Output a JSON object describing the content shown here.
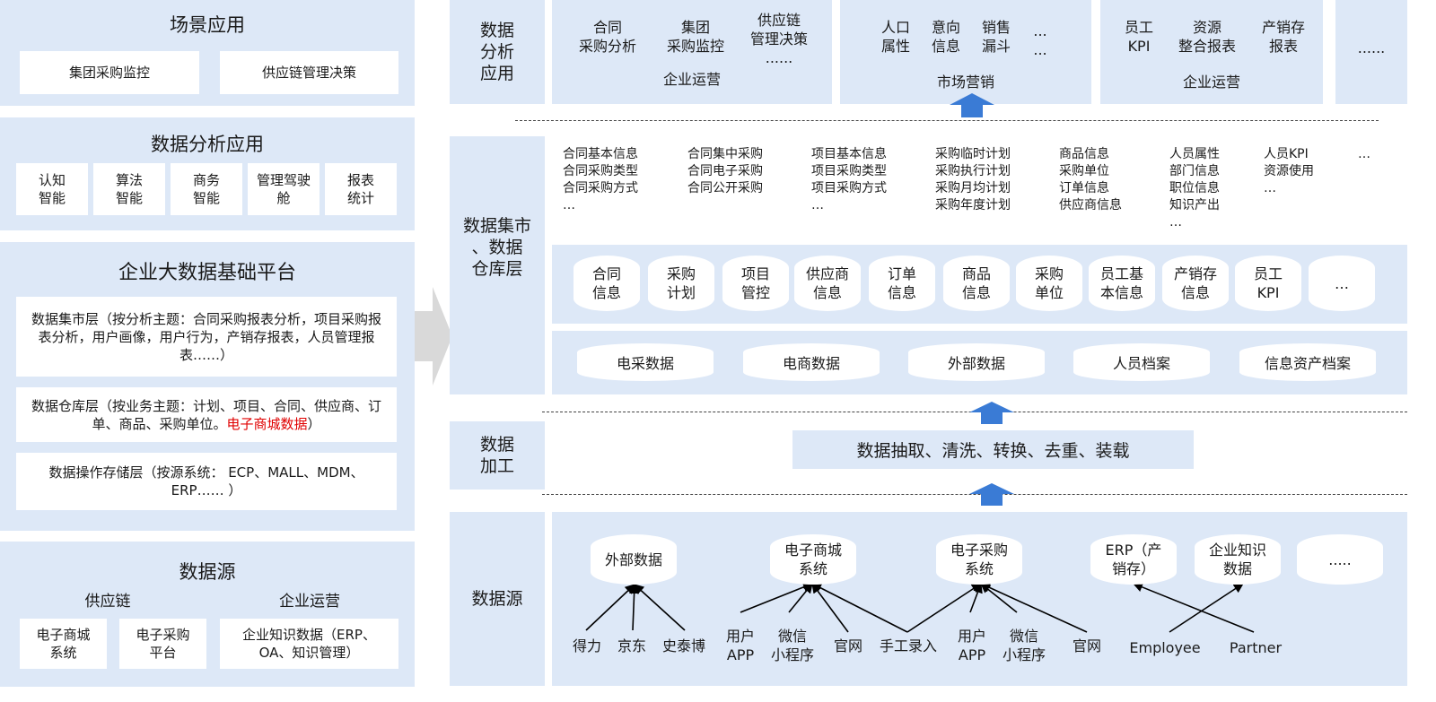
{
  "left": {
    "scenario": {
      "title": "场景应用",
      "items": [
        "集团采购监控",
        "供应链管理决策"
      ]
    },
    "analysis": {
      "title": "数据分析应用",
      "items": [
        "认知\n智能",
        "算法\n智能",
        "商务\n智能",
        "管理驾驶\n舱",
        "报表\n统计"
      ]
    },
    "platform": {
      "title": "企业大数据基础平台",
      "mart": "数据集市层（按分析主题：合同采购报表分析，项目采购报表分析，用户画像，用户行为，产销存报表，人员管理报表……）",
      "dw_prefix": "数据仓库层（按业务主题：计划、项目、合同、供应商、订单、商品、采购单位。",
      "dw_red": "电子商城数据",
      "dw_suffix": "）",
      "ods": "数据操作存储层（按源系统： ECP、MALL、MDM、ERP…… ）"
    },
    "source": {
      "title": "数据源",
      "group1": "供应链",
      "group2": "企业运营",
      "items": [
        "电子商城\n系统",
        "电子采购\n平台",
        "企业知识数据（ERP、OA、知识管理）"
      ]
    }
  },
  "right": {
    "labels": {
      "analysis": "数据\n分析\n应用",
      "mart": "数据集市\n、数据\n仓库层",
      "process": "数据\n加工",
      "source": "数据源"
    },
    "app_groups": [
      {
        "items": [
          "合同\n采购分析",
          "集团\n采购监控",
          "供应链\n管理决策\n......"
        ],
        "caption": "企业运营"
      },
      {
        "items": [
          "人口\n属性",
          "意向\n信息",
          "销售\n漏斗",
          "...\n..."
        ],
        "caption": "市场营销"
      },
      {
        "items": [
          "员工\nKPI",
          "资源\n整合报表",
          "产销存\n报表"
        ],
        "caption": "企业运营"
      },
      {
        "items": [
          "......"
        ],
        "caption": ""
      }
    ],
    "mart_columns": [
      "合同基本信息\n合同采购类型\n合同采购方式\n…",
      "合同集中采购\n合同电子采购\n合同公开采购",
      "项目基本信息\n项目采购类型\n项目采购方式\n…",
      "采购临时计划\n采购执行计划\n采购月均计划\n采购年度计划",
      "商品信息\n采购单位\n订单信息\n供应商信息",
      "人员属性\n部门信息\n职位信息\n知识产出\n…",
      "人员KPI\n资源使用\n…",
      "…"
    ],
    "dw_cylinders": [
      "合同\n信息",
      "采购\n计划",
      "项目\n管控",
      "供应商\n信息",
      "订单\n信息",
      "商品\n信息",
      "采购\n单位",
      "员工基\n本信息",
      "产销存\n信息",
      "员工\nKPI",
      "…"
    ],
    "ods_cylinders": [
      "电采数据",
      "电商数据",
      "外部数据",
      "人员档案",
      "信息资产档案"
    ],
    "process_text": "数据抽取、清洗、转换、去重、装载",
    "source_cylinders": [
      "外部数据",
      "电子商城\n系统",
      "电子采购\n系统",
      "ERP（产\n销存）",
      "企业知识\n数据",
      "....."
    ],
    "source_items": [
      "得力",
      "京东",
      "史泰博",
      "用户\nAPP",
      "微信\n小程序",
      "官网",
      "手工录入",
      "用户\nAPP",
      "微信\n小程序",
      "官网",
      "Employee",
      "Partner"
    ]
  },
  "colors": {
    "panel": "#dde8f7",
    "arrow": "#3a7bd5",
    "big_arrow": "#d9d9d9",
    "highlight": "#e00000"
  }
}
